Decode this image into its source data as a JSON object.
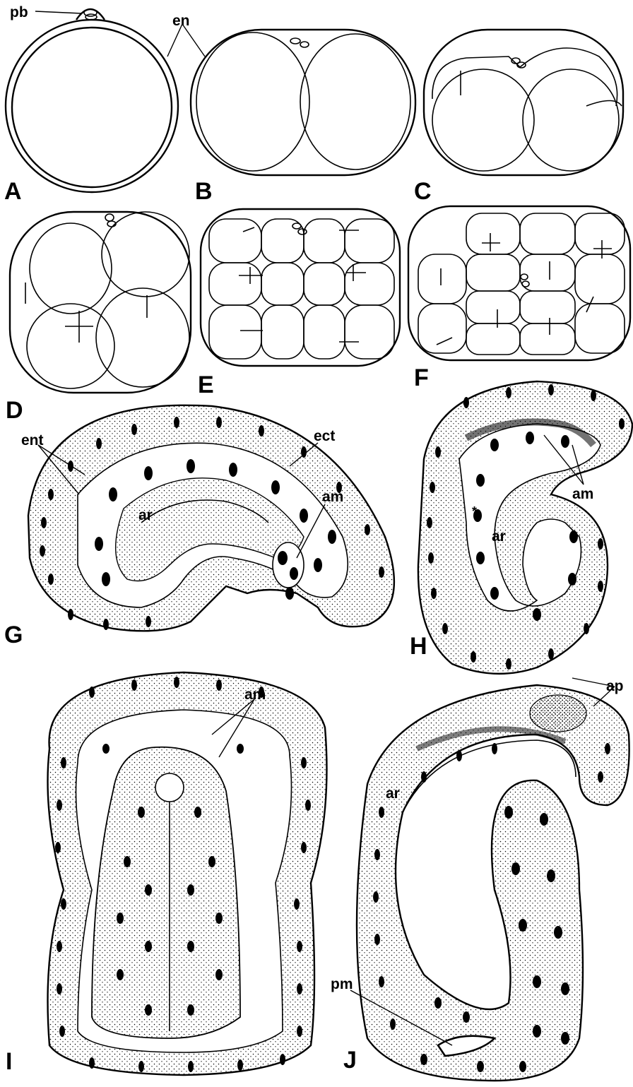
{
  "panels": {
    "A": "A",
    "B": "B",
    "C": "C",
    "D": "D",
    "E": "E",
    "F": "F",
    "G": "G",
    "H": "H",
    "I": "I",
    "J": "J"
  },
  "labels": {
    "pb": "pb",
    "en": "en",
    "ent": "ent",
    "ect": "ect",
    "am_g": "am",
    "ar_g": "ar",
    "am_h": "am",
    "ar_h": "ar",
    "am_i": "am",
    "ap": "ap",
    "ar_j": "ar",
    "pm": "pm"
  },
  "colors": {
    "ink": "#000000",
    "background": "#ffffff"
  }
}
